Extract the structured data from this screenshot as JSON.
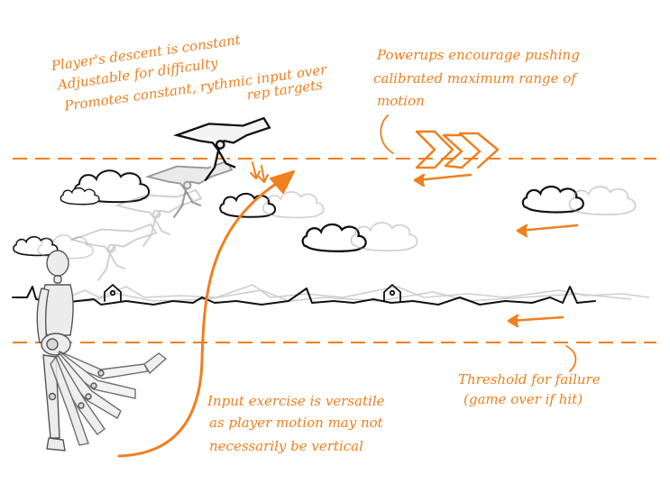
{
  "annotations": {
    "descent": [
      "Player's descent is constant",
      "Adjustable for difficulty",
      "Promotes constant, rythmic input over",
      "rep targets"
    ],
    "powerups": [
      "Powerups encourage pushing",
      "calibrated maximum range of",
      "motion"
    ],
    "threshold": [
      "Threshold for failure",
      "(game over if hit)"
    ],
    "input": [
      "Input exercise is versatile",
      "as player motion may not",
      "necessarily be vertical"
    ]
  },
  "colors": {
    "accent": "#f07f1e",
    "ink": "#111111",
    "ghost": "#bdbdbd"
  },
  "icons": [
    "glider-player-icon",
    "powerup-chevrons-icon",
    "cloud-icon",
    "house-icon",
    "mannequin-figure-icon"
  ]
}
